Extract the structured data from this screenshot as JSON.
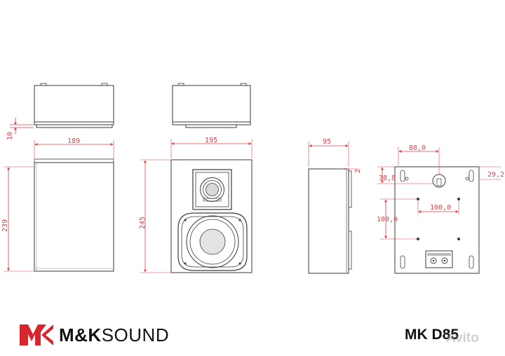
{
  "drawing": {
    "colors": {
      "line": "#3a3a3a",
      "dimension": "#e0414a",
      "thin": "#9a9a9a",
      "brand_red": "#d7262e"
    },
    "views": {
      "side_top": {
        "name": "side-top-view"
      },
      "front_top": {
        "name": "front-top-view"
      },
      "side": {
        "name": "side-view",
        "width_label": "189",
        "height_label": "239",
        "foot_label": "10"
      },
      "front": {
        "name": "front-view",
        "width_label": "195",
        "height_label": "245"
      },
      "profile": {
        "name": "profile-view",
        "depth_label": "95",
        "offset_label": "2"
      },
      "back": {
        "name": "back-view",
        "hole_spacing_label": "88,0",
        "top_offset_label": "38,8",
        "right_offset_label": "29,2",
        "mount_width_label": "100,0",
        "mount_height_label": "100,0"
      }
    }
  },
  "footer": {
    "logo_icon": "mk-logo-icon",
    "brand_bold": "M&K",
    "brand_regular": "SOUND",
    "model": "MK D85",
    "watermark": "Avito"
  }
}
